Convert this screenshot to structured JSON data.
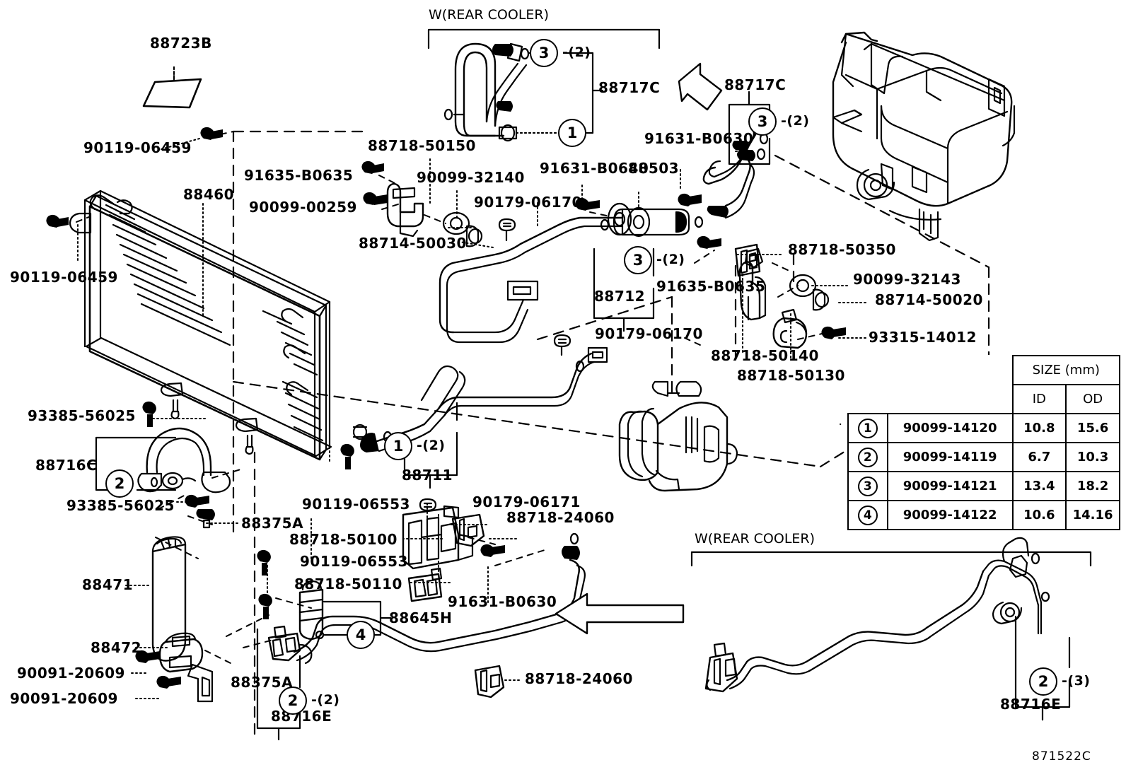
{
  "diagram": {
    "id_code": "871522C",
    "title_top": "W(REAR COOLER)",
    "title_bottom": "W(REAR COOLER)"
  },
  "labels": {
    "l_88723b": "88723B",
    "l_90119_06459_top": "90119-06459",
    "l_90119_06459_left": "90119-06459",
    "l_88460": "88460",
    "l_91635_b0635_a": "91635-B0635",
    "l_90099_00259": "90099-00259",
    "l_88718_50150": "88718-50150",
    "l_90099_32140": "90099-32140",
    "l_88714_50030": "88714-50030",
    "l_90179_06170_a": "90179-06170",
    "l_91631_b0640": "91631-B0640",
    "l_88503": "88503",
    "l_91631_b0630_top": "91631-B0630",
    "l_88717c_left": "88717C",
    "l_88717c_right": "88717C",
    "l_88712": "88712",
    "l_91635_b0635_b": "91635-B0635",
    "l_88718_50350": "88718-50350",
    "l_90099_32143": "90099-32143",
    "l_88714_50020": "88714-50020",
    "l_93315_14012": "93315-14012",
    "l_88718_50140": "88718-50140",
    "l_88718_50130": "88718-50130",
    "l_90179_06170_b": "90179-06170",
    "l_93385_56025_a": "93385-56025",
    "l_88716c": "88716C",
    "l_93385_56025_b": "93385-56025",
    "l_88375a_upper": "88375A",
    "l_88471": "88471",
    "l_88472": "88472",
    "l_90091_20609_a": "90091-20609",
    "l_90091_20609_b": "90091-20609",
    "l_88375a_lower": "88375A",
    "l_88711": "88711",
    "l_90119_06553_a": "90119-06553",
    "l_90119_06553_b": "90119-06553",
    "l_88718_50100": "88718-50100",
    "l_88718_50110": "88718-50110",
    "l_90179_06171": "90179-06171",
    "l_88718_24060_top": "88718-24060",
    "l_88718_24060_bottom": "88718-24060",
    "l_91631_b0630_bottom": "91631-B0630",
    "l_88645h": "88645H",
    "l_88716e_left": "88716E",
    "l_88716e_right": "88716E"
  },
  "callouts": {
    "c1_top": "1",
    "c3_top": "3",
    "c3_right": "3",
    "c3_mid": "3",
    "c1_mid": "1",
    "c2_left": "2",
    "c4_bottom": "4",
    "c2_bottom": "2",
    "c2_right": "2",
    "qty_2_a": "-(2)",
    "qty_2_b": "-(2)",
    "qty_2_c": "-(2)",
    "qty_2_d": "-(2)",
    "qty_2_e": "-(2)",
    "qty_3_right": "-(3)"
  },
  "size_table": {
    "title": "SIZE (mm)",
    "columns": [
      "ID",
      "OD"
    ],
    "rows": [
      {
        "num": "1",
        "part": "90099-14120",
        "id": "10.8",
        "od": "15.6"
      },
      {
        "num": "2",
        "part": "90099-14119",
        "id": "6.7",
        "od": "10.3"
      },
      {
        "num": "3",
        "part": "90099-14121",
        "id": "13.4",
        "od": "18.2"
      },
      {
        "num": "4",
        "part": "90099-14122",
        "id": "10.6",
        "od": "14.16"
      }
    ]
  },
  "colors": {
    "line": "#000000",
    "background": "#ffffff"
  }
}
